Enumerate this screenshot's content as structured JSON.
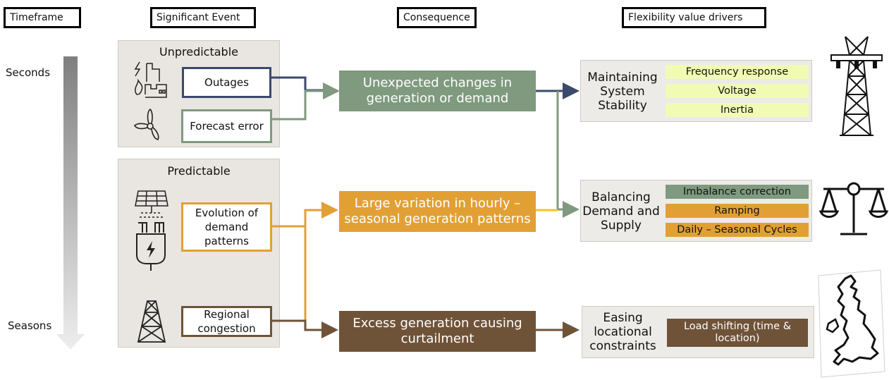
{
  "headers": {
    "timeframe": "Timeframe",
    "significant_event": "Significant Event",
    "consequence": "Consequence",
    "value_drivers": "Flexibility value drivers"
  },
  "timeframe_axis": {
    "top": "Seconds",
    "bottom": "Seasons"
  },
  "panels": {
    "unpredictable": "Unpredictable",
    "predictable": "Predictable"
  },
  "events": {
    "outages": "Outages",
    "forecast_error": "Forecast error",
    "demand_evolution": "Evolution of demand patterns",
    "regional_congestion": "Regional congestion"
  },
  "consequences": {
    "unexpected": "Unexpected changes in generation or demand",
    "variation": "Large variation in hourly – seasonal generation patterns",
    "excess": "Excess generation causing curtailment"
  },
  "drivers": {
    "stability": {
      "label": "Maintaining System Stability",
      "items": [
        "Frequency response",
        "Voltage",
        "Inertia"
      ]
    },
    "balancing": {
      "label": "Balancing Demand and Supply",
      "items": [
        "Imbalance correction",
        "Ramping",
        "Daily – Seasonal Cycles"
      ]
    },
    "easing": {
      "label": "Easing locational constraints",
      "items": [
        "Load shifting (time & location)"
      ]
    }
  },
  "colors": {
    "navy": "#3a4a6b",
    "sage": "#7f9a7f",
    "amber": "#e2a034",
    "brown": "#6f5338",
    "yellow_pill": "#f2fbb4",
    "panel": "#e9e6e1"
  }
}
